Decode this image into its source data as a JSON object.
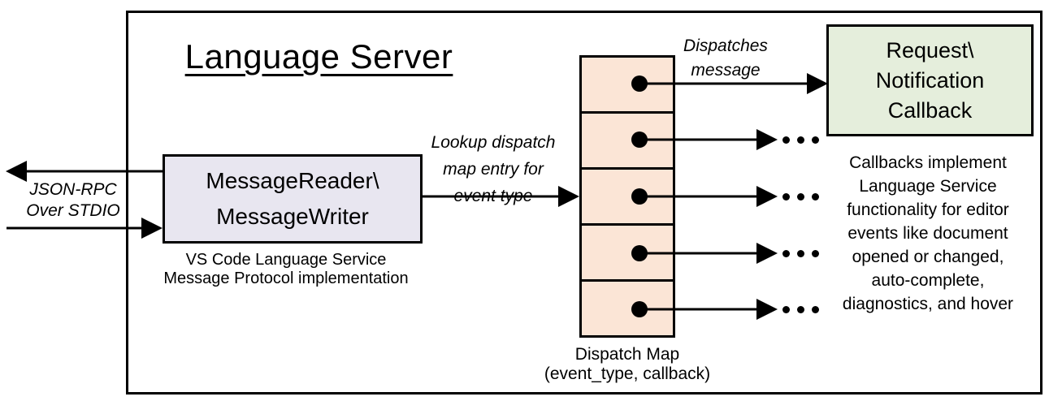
{
  "diagram": {
    "title": "Language Server",
    "reader_box": {
      "line1": "MessageReader\\",
      "line2": "MessageWriter"
    },
    "reader_caption": {
      "line1": "VS Code Language Service",
      "line2": "Message Protocol implementation"
    },
    "stdio_label": {
      "line1": "JSON-RPC",
      "line2": "Over STDIO"
    },
    "lookup_label": {
      "line1": "Lookup dispatch",
      "line2": "map entry for",
      "line3": "event type"
    },
    "dispatches_label": {
      "line1": "Dispatches",
      "line2": "message"
    },
    "callback_box": {
      "line1": "Request\\",
      "line2": "Notification",
      "line3": "Callback"
    },
    "callback_note": {
      "lines": [
        "Callbacks implement",
        "Language Service",
        "functionality for editor",
        "events like document",
        "opened or changed,",
        "auto-complete,",
        "diagnostics, and hover"
      ]
    },
    "map_caption": {
      "line1": "Dispatch Map",
      "line2": "(event_type, callback)"
    },
    "dispatch_map": {
      "cell_count": 5,
      "ellipsis_symbol": "..."
    },
    "colors": {
      "reader_fill": "#E8E6F0",
      "map_fill": "#FBE5D6",
      "callback_fill": "#E5EEDC",
      "stroke": "#000000",
      "background": "#FFFFFF"
    }
  }
}
